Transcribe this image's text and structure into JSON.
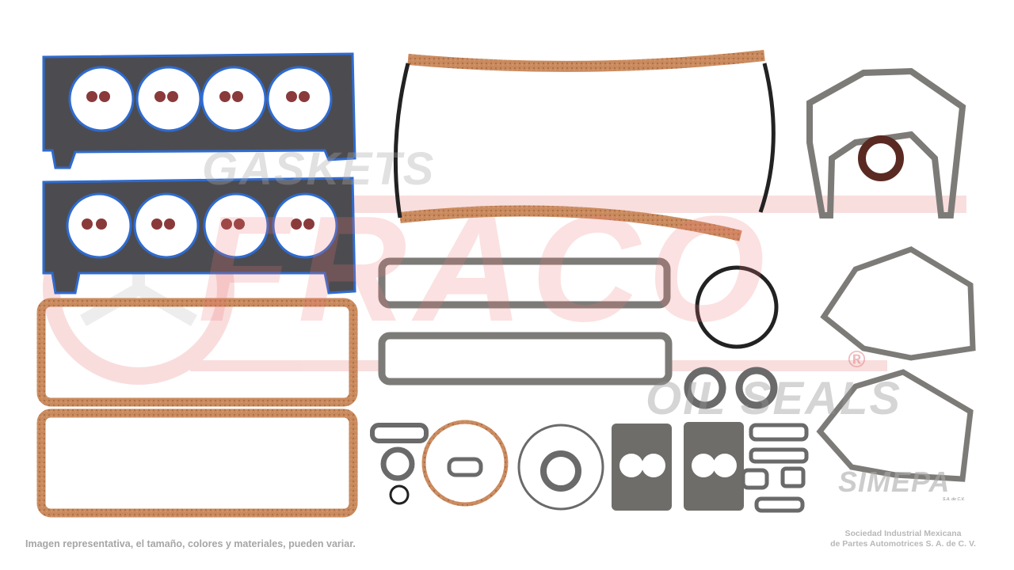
{
  "watermark": {
    "gaskets": "GASKETS",
    "brand": "FRACO",
    "oil_seals": "OIL SEALS",
    "registered": "®"
  },
  "logo": {
    "name": "SIMEPA",
    "suffix": "S.A. de C.V.",
    "company_line1": "Sociedad Industrial Mexicana",
    "company_line2": "de Partes Automotrices S. A. de C. V."
  },
  "disclaimer": "Imagen representativa, el tamaño, colores y materiales, pueden variar.",
  "colors": {
    "cork": "#c98a5e",
    "graphite": "#7d7b78",
    "seal_blue": "#2f6bd0",
    "valve_seal": "#8a3a3a",
    "watermark_red": "#e87a7a"
  }
}
